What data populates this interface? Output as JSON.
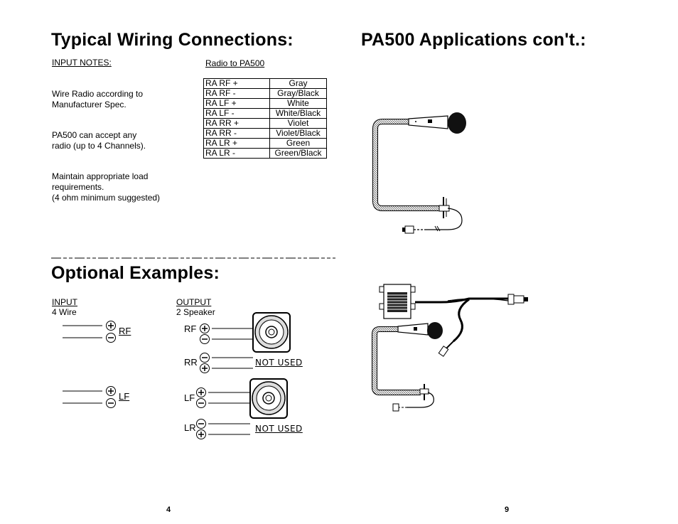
{
  "left_page": {
    "title": "Typical Wiring Connections:",
    "input_notes_heading": "INPUT NOTES:",
    "notes": [
      "Wire Radio according to\nManufacturer Spec.",
      "PA500 can accept any\nradio (up to 4 Channels).",
      "Maintain appropriate load\nrequirements.\n(4 ohm minimum suggested)"
    ],
    "table_caption": "Radio to PA500",
    "wiring_table": [
      [
        "RA RF +",
        "Gray"
      ],
      [
        "RA RF -",
        "Gray/Black"
      ],
      [
        "RA LF +",
        "White"
      ],
      [
        "RA LF -",
        "White/Black"
      ],
      [
        "RA RR +",
        "Violet"
      ],
      [
        "RA RR -",
        "Violet/Black"
      ],
      [
        "RA LR +",
        "Green"
      ],
      [
        "RA LR -",
        "Green/Black"
      ]
    ],
    "optional_title": "Optional Examples:",
    "input_heading": "INPUT",
    "input_sub": "4 Wire",
    "output_heading": "OUTPUT",
    "output_sub": "2 Speaker",
    "in_rf": "RF",
    "in_lf": "LF",
    "out_rf": "RF",
    "out_rr": "RR",
    "out_lf": "LF",
    "out_lr": "LR",
    "not_used": "NOT USED",
    "page_number": "4"
  },
  "right_page": {
    "title": "PA500 Applications con't.:",
    "page_number": "9"
  }
}
